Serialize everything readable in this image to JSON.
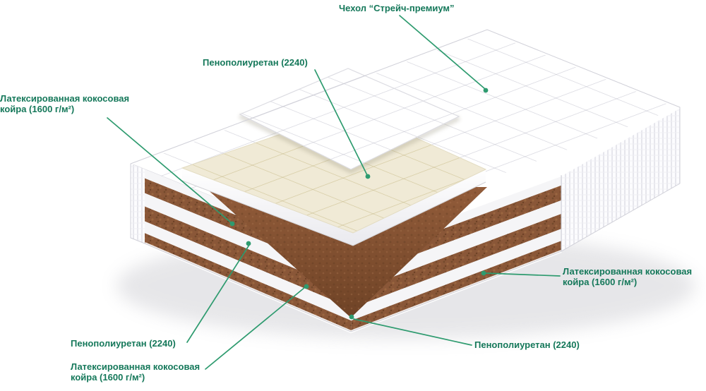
{
  "diagram": {
    "labels": {
      "cover": "Чехол “Стрейч-премиум”",
      "foam_top": "Пенополиуретан (2240)",
      "coir_left": "Латексированная кокосовая\nкойра (1600 г/м²)",
      "coir_right": "Латексированная кокосовая\nкойра (1600 г/м²)",
      "foam_bottom_left": "Пенополиуретан (2240)",
      "coir_bottom": "Латексированная кокосовая\nкойра (1600 г/м²)",
      "foam_bottom_right": "Пенополиуретан (2240)"
    },
    "colors": {
      "label_green": "#15785A",
      "line_green": "#2E9B6F",
      "coir_brown": "#8A5738",
      "foam_cream": "#F0EAD6"
    }
  }
}
